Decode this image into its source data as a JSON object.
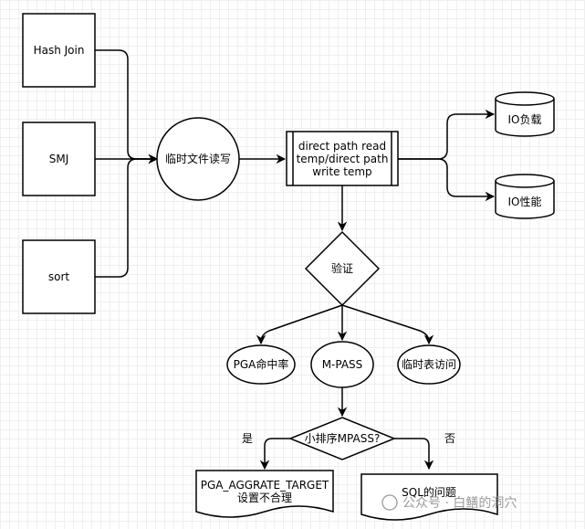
{
  "nodes": {
    "hash_join": "Hash Join",
    "smj": "SMJ",
    "sort": "sort",
    "temp_file_rw": "临时文件读写",
    "direct_path": [
      "direct path read",
      "temp/direct path",
      "write temp"
    ],
    "io_load": "IO负载",
    "io_perf": "IO性能",
    "verify": "验证",
    "pga_hit": "PGA命中率",
    "m_pass": "M-PASS",
    "temp_table": "临时表访问",
    "decision": "小排序MPASS?",
    "pga_target": [
      "PGA_AGGRATE_TARGET",
      "设置不合理"
    ],
    "sql_issue": "SQL的问题"
  },
  "edge_labels": {
    "yes": "是",
    "no": "否"
  },
  "watermark": {
    "text": "公众号 · 白鳝的洞穴"
  }
}
